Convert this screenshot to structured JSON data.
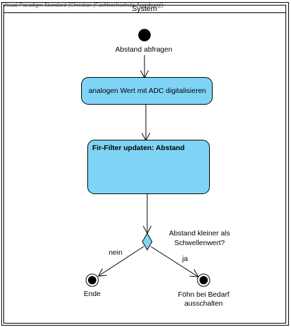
{
  "watermark": "Visual Paradigm Standard (Christian (Fachhochschule Augsburg))",
  "swimlane": {
    "title": "System"
  },
  "initial_node": {
    "label": "Abstand abfragen"
  },
  "actions": [
    {
      "label": "analogen Wert mit ADC digitalisieren"
    },
    {
      "label": "Fir-Filter updaten: Abstand"
    }
  ],
  "decision": {
    "question_line1": "Abstand kleiner als",
    "question_line2": "Schwellenwert?",
    "guard_no": "nein",
    "guard_yes": "ja"
  },
  "final_nodes": [
    {
      "label_line1": "Ende",
      "label_line2": ""
    },
    {
      "label_line1": "Föhn bei Bedarf",
      "label_line2": "ausschalten"
    }
  ],
  "colors": {
    "action_fill": "#7fd4f6",
    "decision_fill": "#7fd4f6",
    "stroke": "#000000"
  }
}
